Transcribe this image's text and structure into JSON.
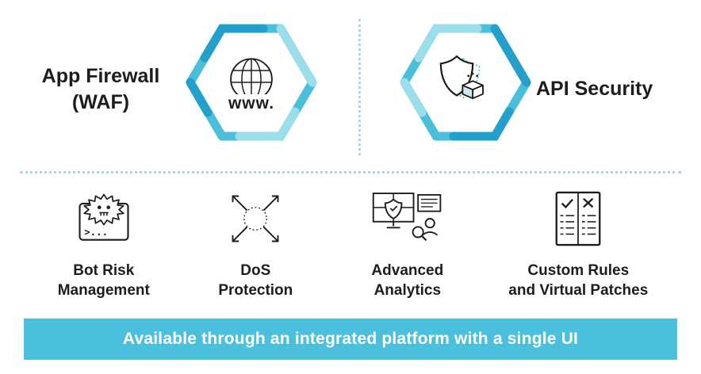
{
  "top": {
    "waf": {
      "label_line1": "App Firewall",
      "label_line2": "(WAF)",
      "icon_text": "www."
    },
    "api": {
      "label": "API Security"
    }
  },
  "features": [
    {
      "label_line1": "Bot Risk",
      "label_line2": "Management",
      "prompt": ">..."
    },
    {
      "label_line1": "DoS",
      "label_line2": "Protection"
    },
    {
      "label_line1": "Advanced",
      "label_line2": "Analytics"
    },
    {
      "label_line1": "Custom Rules",
      "label_line2": "and Virtual Patches"
    }
  ],
  "banner": {
    "text": "Available through an integrated platform with a single UI"
  },
  "icons": {
    "waf": "globe-www-icon",
    "api": "shield-package-icon",
    "features": [
      "bot-monster-window-icon",
      "expanding-arrows-icon",
      "monitors-shield-analyst-icon",
      "checklist-check-x-icon"
    ]
  },
  "colors": {
    "accent": "#49BFDA",
    "accent_dark": "#239FCB",
    "accent_light": "#9ADEEC",
    "banner_bg": "#4BC0DC",
    "banner_text": "#FFFFFF",
    "text": "#1D1D1B",
    "divider": "#A9D6E3"
  }
}
